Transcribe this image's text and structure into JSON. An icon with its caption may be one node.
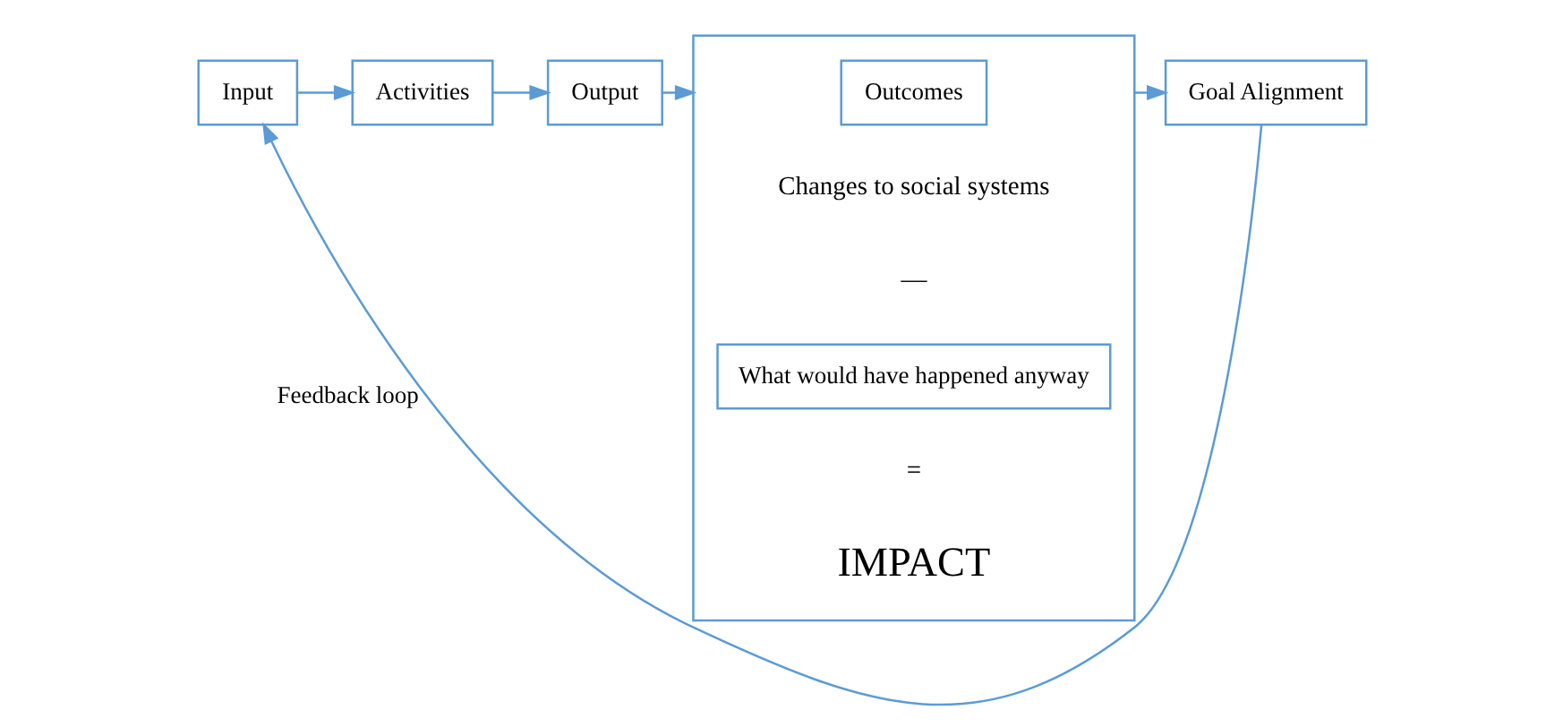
{
  "diagram": {
    "nodes": [
      {
        "text": [
          "Input"
        ]
      },
      {
        "text": [
          "Activities"
        ]
      },
      {
        "text": [
          "Output"
        ]
      },
      {
        "text": [
          "Changes to social systems",
          "—",
          "=",
          "IMPACT"
        ]
      },
      {
        "text": [
          "Outcomes"
        ],
        "in": 3
      },
      {
        "text": [
          "What would have happened anyway"
        ],
        "in": 3
      },
      {
        "text": [
          "Goal Alignment"
        ]
      }
    ],
    "edges": [
      {
        "from": 0,
        "to": 1,
        "arrow": "to"
      },
      {
        "from": 1,
        "to": 2,
        "arrow": "to"
      },
      {
        "from": 2,
        "to": 3,
        "arrow": "to"
      },
      {
        "from": 3,
        "to": 6,
        "arrow": "to"
      },
      {
        "from": 6,
        "to": 0,
        "arrow": "to",
        "label": "Feedback loop"
      }
    ]
  }
}
